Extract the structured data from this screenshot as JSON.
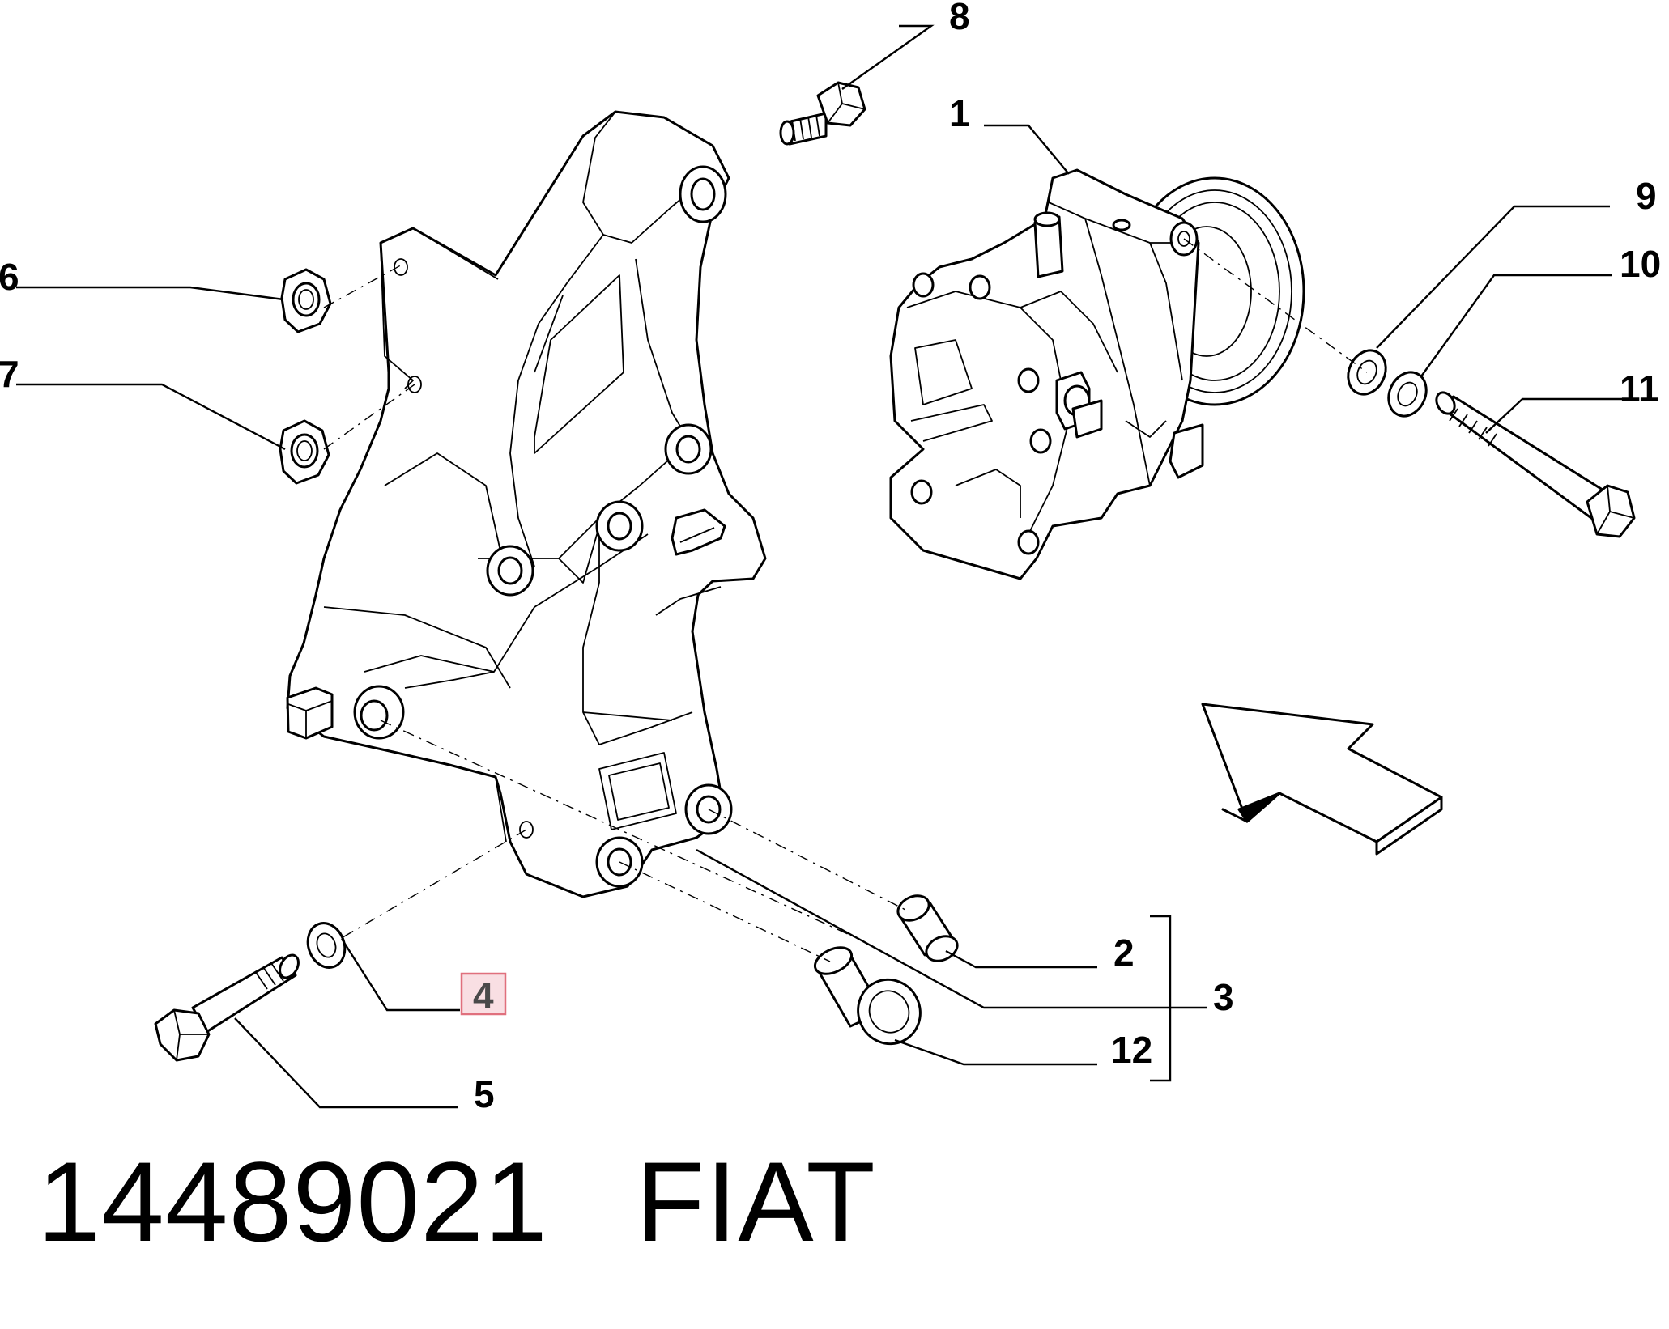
{
  "callouts": [
    {
      "id": "1",
      "label": "1"
    },
    {
      "id": "2",
      "label": "2"
    },
    {
      "id": "3",
      "label": "3"
    },
    {
      "id": "4",
      "label": "4"
    },
    {
      "id": "5",
      "label": "5"
    },
    {
      "id": "6",
      "label": "6"
    },
    {
      "id": "7",
      "label": "7"
    },
    {
      "id": "8",
      "label": "8"
    },
    {
      "id": "9",
      "label": "9"
    },
    {
      "id": "10",
      "label": "10"
    },
    {
      "id": "11",
      "label": "11"
    },
    {
      "id": "12",
      "label": "12"
    }
  ],
  "highlighted_callout": "4",
  "footer": {
    "part_number": "14489021",
    "brand": "FIAT"
  },
  "colors": {
    "line": "#000000",
    "highlight_fill": "#f9dfe3",
    "highlight_border": "#e0707d",
    "highlight_text": "#4a4a4a"
  }
}
